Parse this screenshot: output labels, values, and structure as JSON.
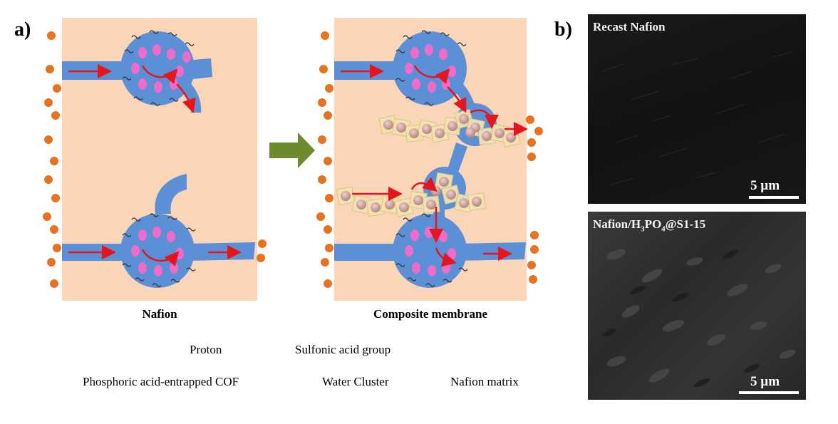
{
  "panels": {
    "a": {
      "label": "a)"
    },
    "b": {
      "label": "b)"
    }
  },
  "schematic": {
    "left_caption": "Nafion",
    "right_caption": "Composite membrane"
  },
  "legend": {
    "proton": "Proton",
    "sulfonic": "Sulfonic acid group",
    "cof": "Phosphoric acid-entrapped COF",
    "water": "Water Cluster",
    "matrix": "Nafion matrix"
  },
  "sem": {
    "top": {
      "title": "Recast Nafion",
      "scale": "5 µm"
    },
    "bottom": {
      "title_pre": "Nafion/H",
      "title_sub1": "3",
      "title_mid": "PO",
      "title_sub2": "4",
      "title_post": "@S1-15",
      "scale": "5 µm"
    }
  },
  "colors": {
    "matrix": "#fbd5b8",
    "water": "#5b8fd6",
    "sulfonic": "#f06ccb",
    "proton": "#e8731f",
    "arrow": "#e8141c",
    "big_arrow": "#6e8a2e",
    "cof_box": "#f2e3b0",
    "cof_ball": "#d6a9a2"
  }
}
